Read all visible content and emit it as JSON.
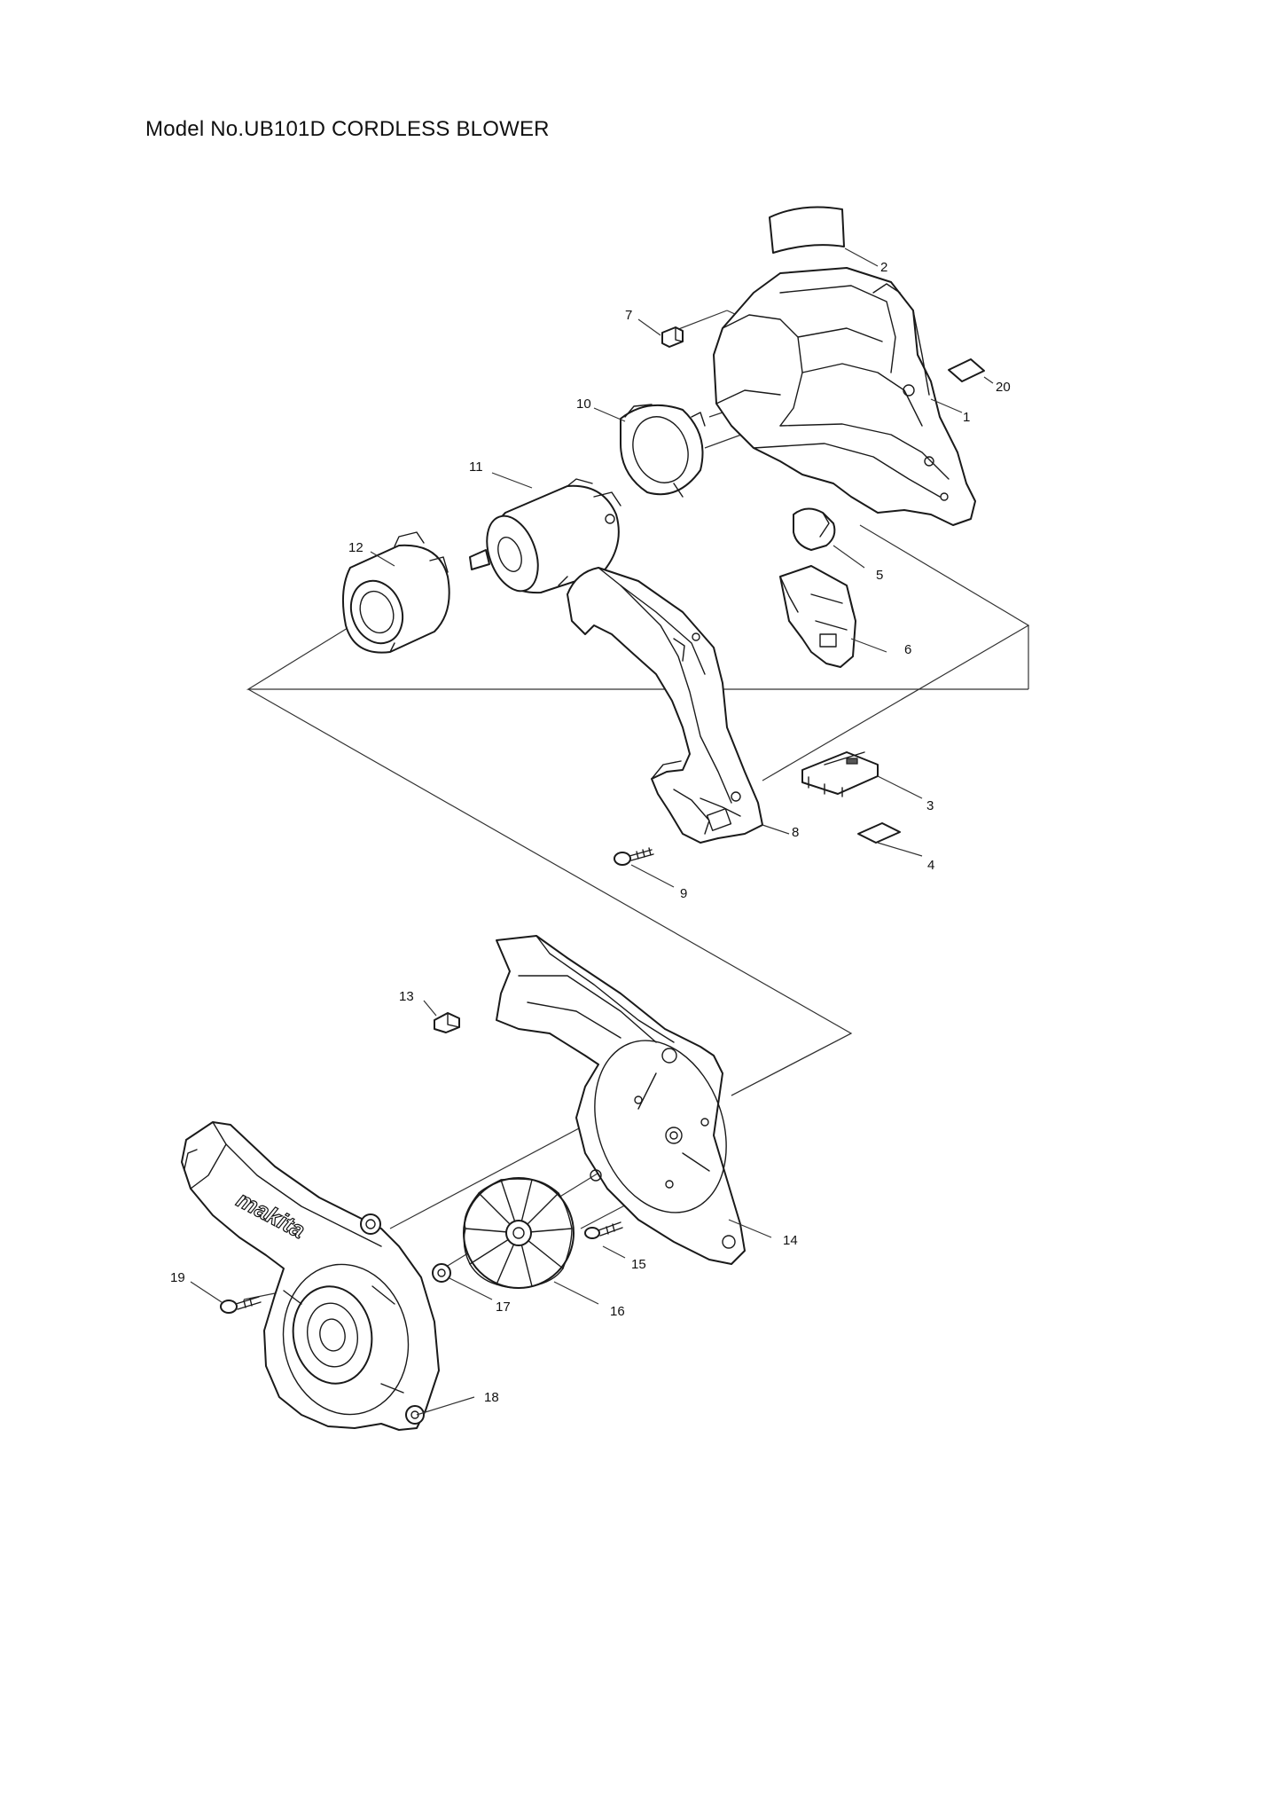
{
  "title": "Model No.UB101D CORDLESS BLOWER",
  "brand_logo": "makita",
  "callouts": [
    "1",
    "2",
    "3",
    "4",
    "5",
    "6",
    "7",
    "8",
    "9",
    "10",
    "11",
    "12",
    "13",
    "14",
    "15",
    "16",
    "17",
    "18",
    "19",
    "20"
  ]
}
